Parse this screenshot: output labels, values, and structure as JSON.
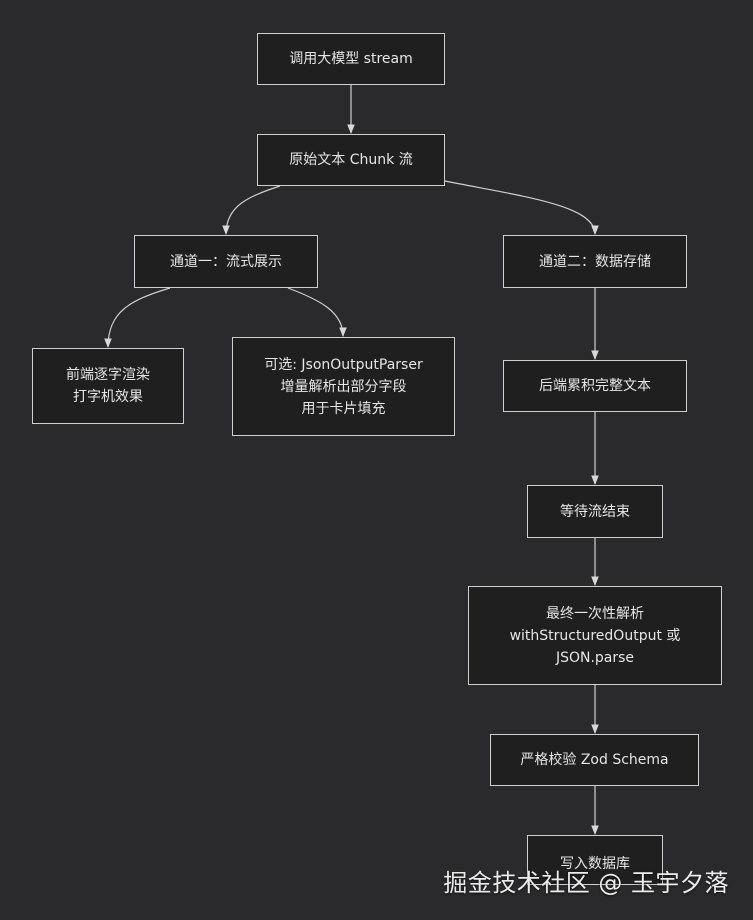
{
  "nodes": {
    "llm_stream": [
      "调用大模型 stream"
    ],
    "raw_chunk": [
      "原始文本 Chunk 流"
    ],
    "channel_one": [
      "通道一：流式展示"
    ],
    "channel_two": [
      "通道二：数据存储"
    ],
    "frontend_render": [
      "前端逐字渲染",
      "打字机效果"
    ],
    "optional_parser": [
      "可选: JsonOutputParser",
      "增量解析出部分字段",
      "用于卡片填充"
    ],
    "backend_accumulate": [
      "后端累积完整文本"
    ],
    "wait_end": [
      "等待流结束"
    ],
    "final_parse": [
      "最终一次性解析",
      "withStructuredOutput 或",
      "JSON.parse"
    ],
    "validate": [
      "严格校验 Zod Schema"
    ],
    "write_db": [
      "写入数据库"
    ]
  },
  "watermark": "掘金技术社区 @ 玉宇夕落",
  "colors": {
    "background": "#2a2a2c",
    "node_fill": "#1f1f20",
    "node_border": "#cfcfcf",
    "edge": "#cfcfcf",
    "text": "#e6e6e6"
  }
}
